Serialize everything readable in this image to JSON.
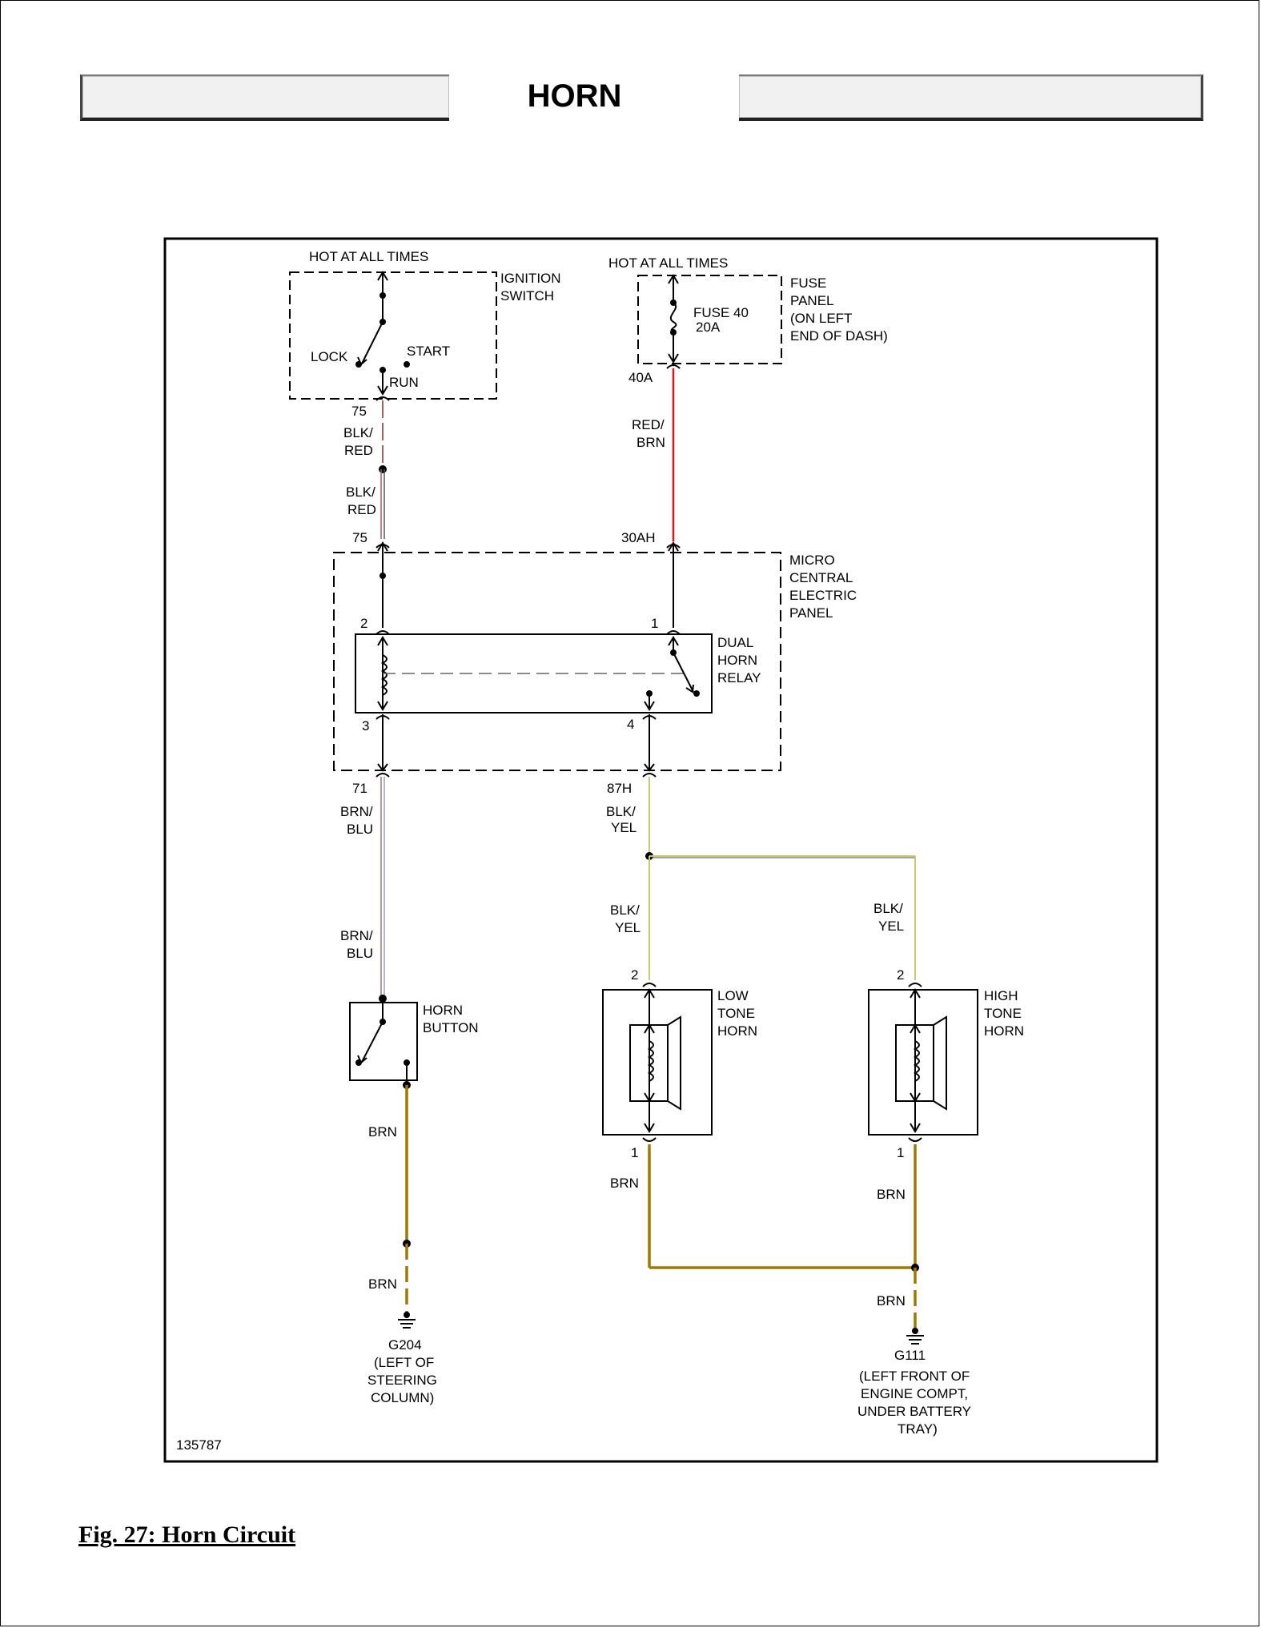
{
  "page": {
    "title": "HORN",
    "caption": "Fig. 27: Horn Circuit"
  },
  "diagram": {
    "figure_id": "135787",
    "ignition": {
      "hot": "HOT AT ALL TIMES",
      "name": [
        "IGNITION",
        "SWITCH"
      ],
      "lock": "LOCK",
      "start": "START",
      "run": "RUN"
    },
    "fuse": {
      "hot": "HOT AT ALL TIMES",
      "name": [
        "FUSE",
        "PANEL",
        "(ON LEFT",
        "END OF DASH)"
      ],
      "fuse_label": "FUSE 40",
      "rating": "20A",
      "terminal": "40A"
    },
    "mcep": {
      "name": [
        "MICRO",
        "CENTRAL",
        "ELECTRIC",
        "PANEL"
      ],
      "t75": "75",
      "t30ah": "30AH",
      "t71": "71",
      "t87h": "87H"
    },
    "relay": {
      "name": [
        "DUAL",
        "HORN",
        "RELAY"
      ],
      "pin2": "2",
      "pin1": "1",
      "pin3": "3",
      "pin4": "4"
    },
    "horn_button": {
      "name": [
        "HORN",
        "BUTTON"
      ]
    },
    "low_horn": {
      "name": [
        "LOW",
        "TONE",
        "HORN"
      ],
      "pin2": "2",
      "pin1": "1"
    },
    "high_horn": {
      "name": [
        "HIGH",
        "TONE",
        "HORN"
      ],
      "pin2": "2",
      "pin1": "1"
    },
    "grounds": {
      "g204": [
        "G204",
        "(LEFT OF",
        "STEERING",
        "COLUMN)"
      ],
      "g111": [
        "G111",
        "(LEFT FRONT OF",
        "ENGINE COMPT,",
        "UNDER BATTERY",
        "TRAY)"
      ]
    },
    "wires": {
      "ign_term": "75",
      "blk_red": [
        "BLK/",
        "RED"
      ],
      "red_brn": [
        "RED/",
        "BRN"
      ],
      "brn_blu": [
        "BRN/",
        "BLU"
      ],
      "blk_yel": [
        "BLK/",
        "YEL"
      ],
      "brn": "BRN"
    },
    "colors": {
      "red_brn": "#d01818",
      "blk_red": "#b05a5a",
      "brn_blu": "#a07a70",
      "blk_yel": "#c8c870",
      "brn": "#a07800"
    }
  }
}
